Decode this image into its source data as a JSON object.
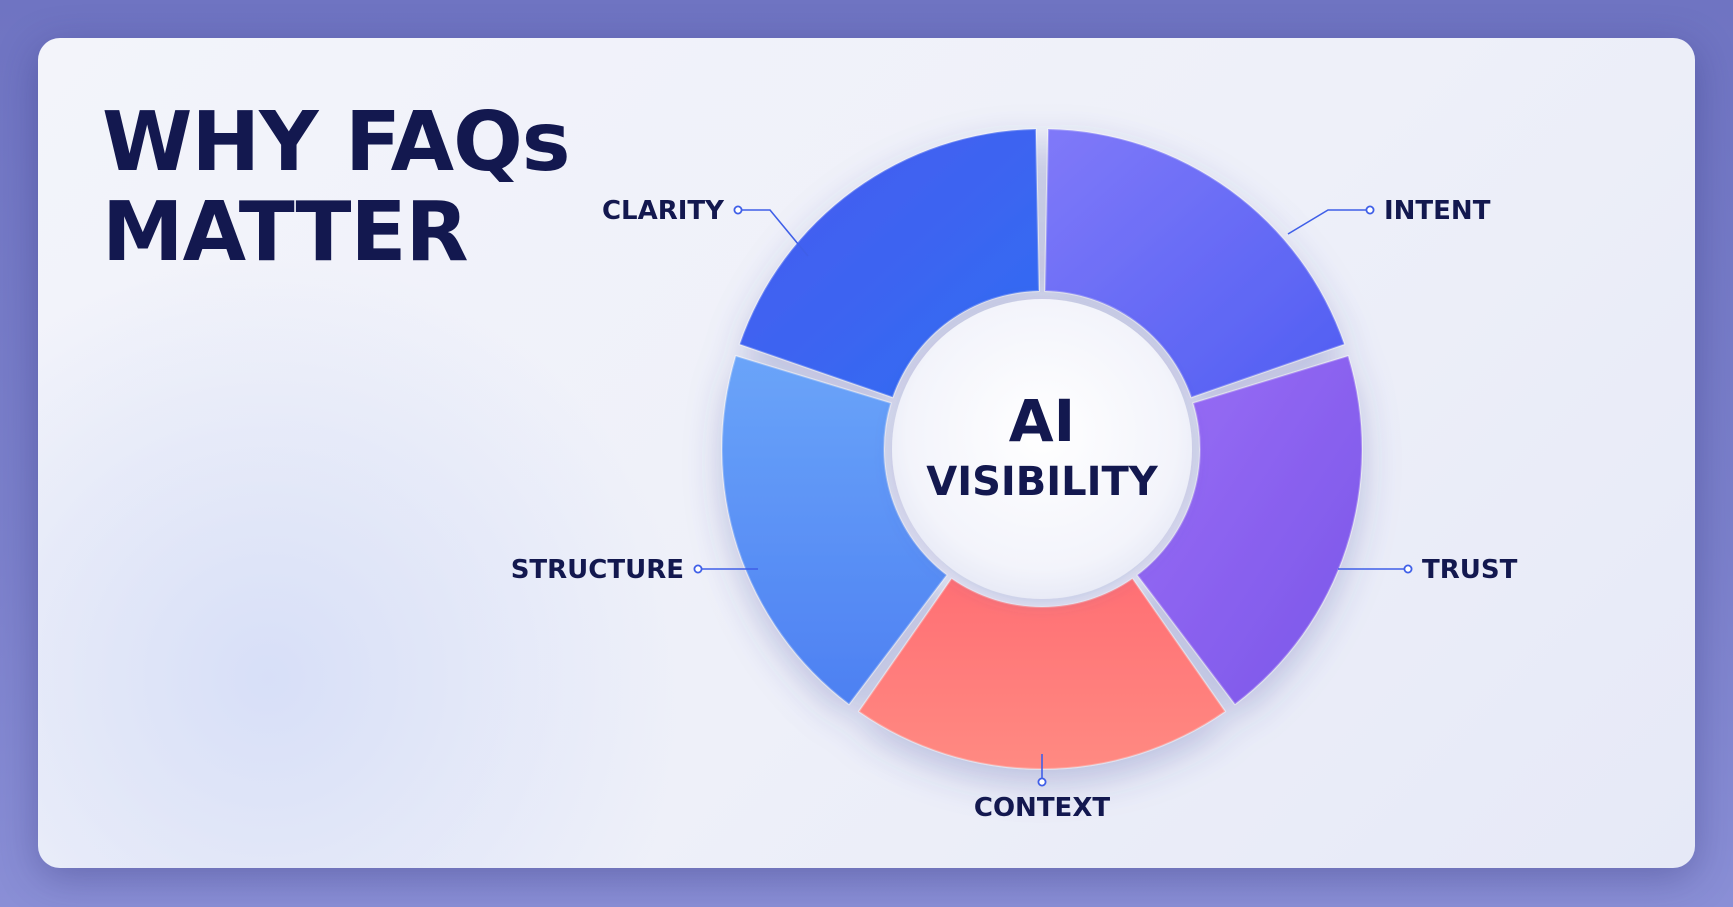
{
  "title": {
    "line1": "WHY FAQs",
    "line2": "MATTER"
  },
  "center": {
    "line1": "AI",
    "line2": "VISIBILITY"
  },
  "segments": [
    {
      "label": "CLARITY",
      "color": "#3d63ef"
    },
    {
      "label": "INTENT",
      "color": "#6a6df6"
    },
    {
      "label": "TRUST",
      "color": "#8a63f0"
    },
    {
      "label": "CONTEXT",
      "color": "#ff7478"
    },
    {
      "label": "STRUCTURE",
      "color": "#5a95f7"
    }
  ],
  "colors": {
    "text": "#13184f",
    "connector": "#3f5fe8",
    "background": "#7479c6"
  }
}
